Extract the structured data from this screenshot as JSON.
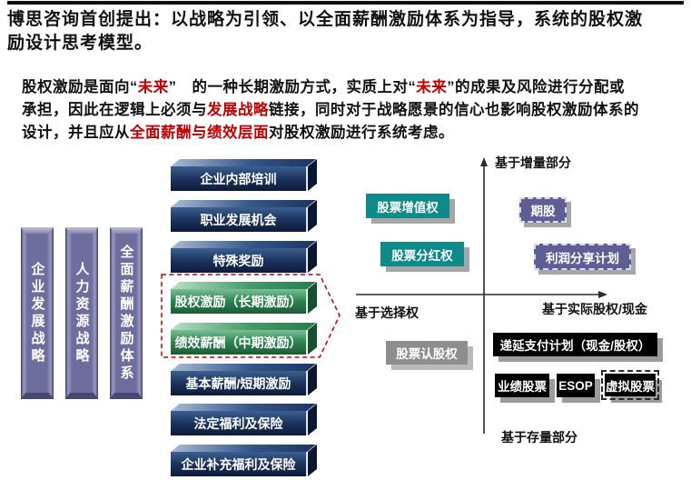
{
  "slide": {
    "title_lines": [
      "博思咨询首创提出：以战略为引领、以全面薪酬激励体系为指导，系统的股权激",
      "励设计思考模型。"
    ],
    "intro": {
      "lines": [
        [
          {
            "t": "股权激励是面向"
          },
          {
            "t": "“"
          },
          {
            "t": "未来",
            "red": true
          },
          {
            "t": "”"
          },
          {
            "t": "　的一种长期激励方式，实质上对"
          },
          {
            "t": "“"
          },
          {
            "t": "未来",
            "red": true
          },
          {
            "t": "”"
          },
          {
            "t": "的成果及风险进行分配或"
          }
        ],
        [
          {
            "t": "承担，因此在逻辑上必须与"
          },
          {
            "t": "发展战略",
            "red": true
          },
          {
            "t": "链接，同时对于战略愿景的信心也影响股权激励体系的"
          }
        ],
        [
          {
            "t": "设计，并且应从"
          },
          {
            "t": "全面薪酬与绩效层面",
            "red": true
          },
          {
            "t": "对股权激励进行系统考虑。"
          }
        ]
      ]
    },
    "pillars": [
      {
        "label": "企业发展战略"
      },
      {
        "label": "人力资源战略"
      },
      {
        "label": "全面薪酬激励体系"
      }
    ],
    "stack": {
      "items": [
        {
          "label": "企业内部培训",
          "style": "navy"
        },
        {
          "label": "职业发展机会",
          "style": "navy"
        },
        {
          "label": "特殊奖励",
          "style": "navy"
        },
        {
          "label": "股权激励（长期激励）",
          "style": "green"
        },
        {
          "label": "绩效薪酬（中期激励）",
          "style": "green"
        },
        {
          "label": "基本薪酬/短期激励",
          "style": "navy"
        },
        {
          "label": "法定福利及保险",
          "style": "navy"
        },
        {
          "label": "企业补充福利及保险",
          "style": "navy"
        }
      ]
    },
    "quadrant": {
      "top_label": "基于增量部分",
      "bottom_label": "基于存量部分",
      "left_label": "基于选择权",
      "right_label": "基于实际股权/现金",
      "items": [
        {
          "label": "股票增值权",
          "style": "teal"
        },
        {
          "label": "股票分红权",
          "style": "teal"
        },
        {
          "label": "期股",
          "style": "slate-dashed"
        },
        {
          "label": "利润分享计划",
          "style": "slate-dashed"
        },
        {
          "label": "股票认股权",
          "style": "gray"
        },
        {
          "label": "递延支付计划（现金/股权）",
          "style": "black"
        },
        {
          "label": "业绩股票",
          "style": "black"
        },
        {
          "label": "ESOP",
          "style": "black"
        },
        {
          "label": "虚拟股票",
          "style": "black-dashed"
        }
      ]
    },
    "colors": {
      "emphasis_red": "#C00000",
      "navy_box": "#1D3560",
      "green_box": "#2E8452",
      "pillar_purple": "#6E6E9E",
      "teal_box": "#0D8B8B",
      "slate_box": "#5E5E95",
      "gray_box": "#8E8E8E",
      "black_box": "#000000",
      "callout_red": "#C00000"
    }
  }
}
